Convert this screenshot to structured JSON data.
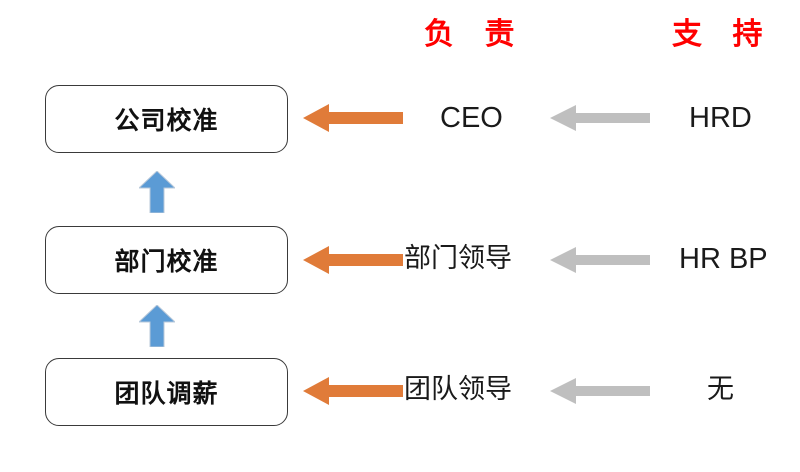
{
  "diagram": {
    "title_columns": [
      {
        "id": "responsible",
        "label": "负 责",
        "color": "#FF0000"
      },
      {
        "id": "support",
        "label": "支 持",
        "color": "#FF0000"
      }
    ],
    "colors": {
      "responsible_arrow": "#E07B39",
      "support_arrow": "#BFBFBF",
      "flow_arrow": "#5B9BD5",
      "box_border": "#3A3A3A",
      "box_fill": "#FFFFFF",
      "header_text": "#FF0000",
      "body_text": "#1A1A1A"
    },
    "rows": [
      {
        "stage": "公司校准",
        "responsible": "CEO",
        "support": "HRD"
      },
      {
        "stage": "部门校准",
        "responsible": "部门领导",
        "support": "HR BP"
      },
      {
        "stage": "团队调薪",
        "responsible": "团队领导",
        "support": "无"
      }
    ],
    "flow_arrows": [
      {
        "direction": "up",
        "from": "部门校准",
        "to": "公司校准"
      },
      {
        "direction": "up",
        "from": "团队调薪",
        "to": "部门校准"
      }
    ],
    "icons": {
      "up_arrow": "arrow-up-icon",
      "left_arrow_responsible": "arrow-left-orange-icon",
      "left_arrow_support": "arrow-left-gray-icon"
    }
  }
}
